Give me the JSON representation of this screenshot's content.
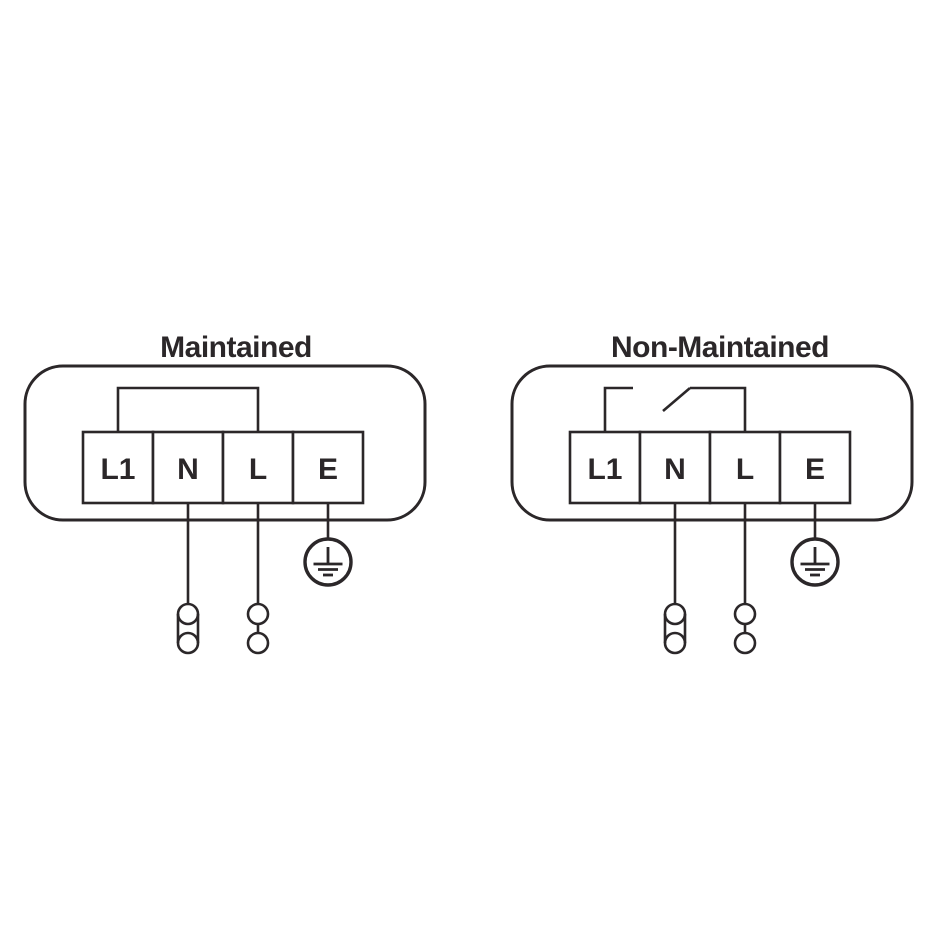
{
  "page": {
    "background_color": "#ffffff",
    "line_color": "#2b2729"
  },
  "diagrams": [
    {
      "title": "Maintained",
      "link_type": "solid-link",
      "terminals": [
        "L1",
        "N",
        "L",
        "E"
      ],
      "symbols": {
        "neutral_connector": "capsule-double-circle-connector",
        "live_connector": "double-circle-connector",
        "earth": "protective-earth-symbol"
      }
    },
    {
      "title": "Non-Maintained",
      "link_type": "switched-link",
      "terminals": [
        "L1",
        "N",
        "L",
        "E"
      ],
      "symbols": {
        "switch": "open-switch-blade",
        "neutral_connector": "capsule-double-circle-connector",
        "live_connector": "double-circle-connector",
        "earth": "protective-earth-symbol"
      }
    }
  ]
}
